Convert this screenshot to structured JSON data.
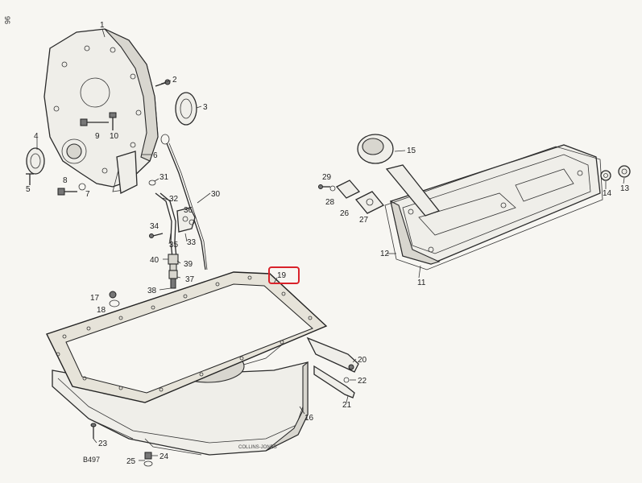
{
  "page": {
    "number": "96"
  },
  "callouts": {
    "c1": "1",
    "c2": "2",
    "c3": "3",
    "c4": "4",
    "c5": "5",
    "c6": "6",
    "c7": "7",
    "c8": "8",
    "c9": "9",
    "c10": "10",
    "c11": "11",
    "c12": "12",
    "c13": "13",
    "c14": "14",
    "c15": "15",
    "c16": "16",
    "c17": "17",
    "c18": "18",
    "c19": "19",
    "c20": "20",
    "c21": "21",
    "c22": "22",
    "c23": "23",
    "c24": "24",
    "c25": "25",
    "c26": "26",
    "c27": "27",
    "c28": "28",
    "c29": "29",
    "c30": "30",
    "c31": "31",
    "c32": "32",
    "c33": "33",
    "c34": "34",
    "c35": "35",
    "c36": "36",
    "c37": "37",
    "c38": "38",
    "c39": "39",
    "c40": "40"
  },
  "figure": {
    "code": "B497",
    "artist": "COLLINS-JONES"
  },
  "highlight": {
    "color": "#d9222a",
    "target": "19"
  }
}
